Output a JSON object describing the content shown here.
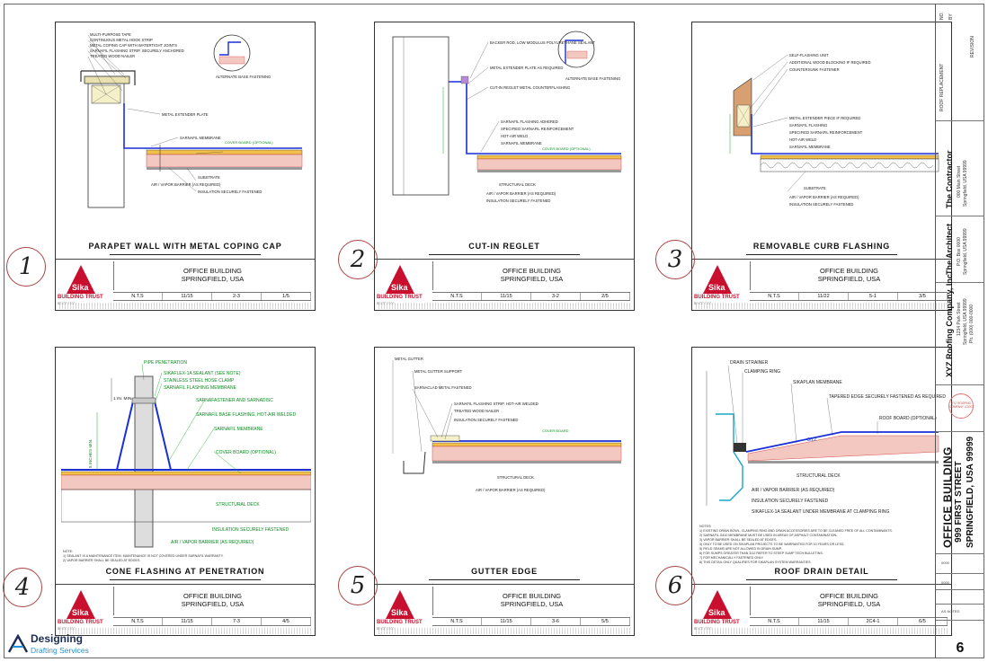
{
  "details": [
    {
      "number": "1",
      "title": "PARAPET WALL WITH METAL COPING CAP",
      "project": "OFFICE BUILDING",
      "location": "SPRINGFIELD, USA",
      "scale": "N.T.S",
      "date": "11/15",
      "sheet": "2-3",
      "page": "1/5",
      "callouts": [
        "MULTI-PURPOSE TAPE",
        "CONTINUOUS METAL HOOK STRIP",
        "METAL COPING CAP WITH WATERTIGHT JOINTS",
        "SARNAFIL FLASHING STRIP, SECURELY ANCHORED",
        "TREATED WOOD NAILER",
        "METAL EXTENDER PLATE",
        "SARNAFIL MEMBRANE",
        "COVER BOARD (OPTIONAL)",
        "SUBSTRATE",
        "INSULATION SECURELY FASTENED",
        "AIR / VAPOR BARRIER (AS REQUIRED)",
        "ALTERNATE BASE FASTENING"
      ]
    },
    {
      "number": "2",
      "title": "CUT-IN REGLET",
      "project": "OFFICE BUILDING",
      "location": "SPRINGFIELD, USA",
      "scale": "N.T.S",
      "date": "11/15",
      "sheet": "3-2",
      "page": "2/5",
      "callouts": [
        "BACKER ROD, LOW MODULUS POLYURETHANE SEALANT",
        "METAL EXTENDER PLATE AS REQUIRED",
        "CUT-IN REGLET METAL COUNTERFLASHING",
        "SARNAFIL FLASHING ADHERED",
        "SPECIFIED SARNAFIL REINFORCEMENT",
        "HOT-AIR WELD",
        "SARNAFIL MEMBRANE",
        "COVER BOARD (OPTIONAL)",
        "STRUCTURAL DECK",
        "AIR / VAPOR BARRIER (AS REQUIRED)",
        "INSULATION SECURELY FASTENED",
        "ALTERNATE BASE FASTENING"
      ]
    },
    {
      "number": "3",
      "title": "REMOVABLE CURB FLASHING",
      "project": "OFFICE BUILDING",
      "location": "SPRINGFIELD, USA",
      "scale": "N.T.S",
      "date": "11/22",
      "sheet": "5-1",
      "page": "3/5",
      "callouts": [
        "SELF-FLASHING UNIT",
        "ADDITIONAL WOOD BLOCKING IF REQUIRED",
        "COUNTERSUNK FASTENER",
        "METAL EXTENDER PIECE IF REQUIRED",
        "SARNAFIL FLASHING",
        "SPECIFIED SARNAFIL REINFORCEMENT",
        "HOT-AIR WELD",
        "SARNAFIL MEMBRANE",
        "SUBSTRATE",
        "AIR / VAPOR BARRIER (AS REQUIRED)",
        "INSULATION SECURELY FASTENED"
      ]
    },
    {
      "number": "4",
      "title": "CONE FLASHING AT PENETRATION",
      "project": "OFFICE BUILDING",
      "location": "SPRINGFIELD, USA",
      "scale": "N.T.S",
      "date": "11/15",
      "sheet": "7-3",
      "page": "4/5",
      "dim_top": "1 IN. MIN.",
      "dim_side": "8 INCHES MIN.",
      "callouts": [
        "PIPE PENETRATION",
        "SIKAFLEX-1A SEALANT (SEE NOTE)",
        "STAINLESS STEEL HOSE CLAMP",
        "SARNAFIL FLASHING MEMBRANE",
        "SARNAFASTENER AND SARNADISC",
        "SARNAFIL BASE FLASHING, HOT-AIR WELDED",
        "SARNAFIL MEMBRANE",
        "COVER BOARD (OPTIONAL)",
        "STRUCTURAL DECK",
        "INSULATION SECURELY FASTENED",
        "AIR / VAPOR BARRIER (AS REQUIRED)"
      ],
      "notes": [
        "NOTE:",
        "1) SEALANT IS A MAINTENANCE ITEM. MAINTENANCE IS NOT COVERED UNDER SARNAFIL WARRANTY.",
        "2) VAPOR BARRIER SHALL BE SEALED AT EDGES."
      ]
    },
    {
      "number": "5",
      "title": "GUTTER EDGE",
      "project": "OFFICE BUILDING",
      "location": "SPRINGFIELD, USA",
      "scale": "N.T.S",
      "date": "11/15",
      "sheet": "3-6",
      "page": "5/5",
      "callouts": [
        "METAL GUTTER",
        "METAL GUTTER SUPPORT",
        "SARNACLAD METAL FASTENED",
        "SARNAFIL FLASHING STRIP, HOT-AIR WELDED",
        "TREATED WOOD NAILER",
        "INSULATION SECURELY FASTENED",
        "COVER BOARD",
        "STRUCTURAL DECK",
        "AIR / VAPOR BARRIER (AS REQUIRED)"
      ]
    },
    {
      "number": "6",
      "title": "ROOF DRAIN DETAIL",
      "project": "OFFICE BUILDING",
      "location": "SPRINGFIELD, USA",
      "scale": "N.T.S",
      "date": "11/15",
      "sheet": "2C4-1",
      "page": "6/5",
      "slope": "3/12",
      "callouts": [
        "DRAIN STRAINER",
        "CLAMPING RING",
        "SIKAPLAN MEMBRANE",
        "TAPERED EDGE SECURELY FASTENED AS REQUIRED",
        "ROOF BOARD (OPTIONAL)",
        "STRUCTURAL DECK",
        "AIR / VAPOR BARRIER (AS REQUIRED)",
        "INSULATION SECURELY FASTENED",
        "SIKAFLEX-1A SEALANT UNDER MEMBRANE AT CLAMPING RING"
      ],
      "notes": [
        "NOTES:",
        "1) EXISTING DRAIN BOWL, CLAMPING RING AND DRAIN ACCESSORIES ARE TO BE CLEANED FREE OF ALL CONTAMINANTS.",
        "2) SARNAFIL G410 MEMBRANE MUST BE USED IN AREAS OF ASPHALT CONTAMINATION.",
        "3) VAPOR BARRIER SHALL BE SEALED AT EDGES.",
        "4) ONLY TO BE USED ON SIKAPLAN PROJECTS TO BE WARRANTED FOR 10 YEARS OR LESS.",
        "5) FIELD SEAMS ARE NOT ALLOWED IN DRAIN SUMP.",
        "6) FOR SUMPS GREATER THAN 3/12 REFER TO STEEP SUMP TECH BULLETINS.",
        "7) FOR MECHANICALLY FASTENED ONLY.",
        "8) THIS DETAIL ONLY QUALIFIES FOR SIKAPLAN SYSTEM WARRANTIES."
      ]
    }
  ],
  "titleblock": {
    "building_trust": "BUILDING TRUST",
    "sika": "Sika",
    "trust_tag": "SINCE 1910"
  },
  "strip": {
    "revision_label": "REVISION",
    "revision_note": "ROOF REPLACEMENT",
    "rev_no": "NO.",
    "rev_by": "BY",
    "contractor": "The Contractor",
    "contractor_addr": "000 Main Street",
    "contractor_city": "Springfield, USA 99999",
    "architect": "The Architect",
    "architect_addr": "P.O. Box 0000",
    "architect_city": "Springfield, USA 99999",
    "company": "XYZ Roofing Company, Inc.",
    "company_addr": "1234 Park Street",
    "company_city": "Springfield, USA 99999",
    "company_phone": "Ph. (000) 000-0000",
    "stamp": "XYZ ROOFING COMPANY LOGO",
    "office": "OFFICE BUILDING",
    "street": "999 FIRST STREET",
    "city": "SPRINGFIELD, USA 99999",
    "project_no": "0000",
    "drawn": "0000",
    "scale": "AS NOTED",
    "sheet_number": "6"
  },
  "brand": {
    "name": "Designing",
    "sub": "Drafting Services"
  },
  "colors": {
    "membrane": "#1a2fd6",
    "insulation": "#d84a4a",
    "cover": "#f3c04a",
    "green": "#11a822",
    "sika_red": "#c8102e"
  }
}
